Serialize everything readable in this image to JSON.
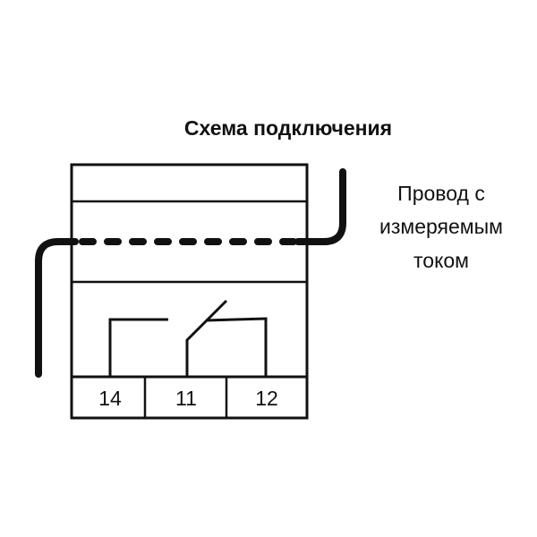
{
  "title": "Схема подключения",
  "wire_label": [
    "Провод с",
    "измеряемым",
    "током"
  ],
  "terminals": [
    "14",
    "11",
    "12"
  ]
}
